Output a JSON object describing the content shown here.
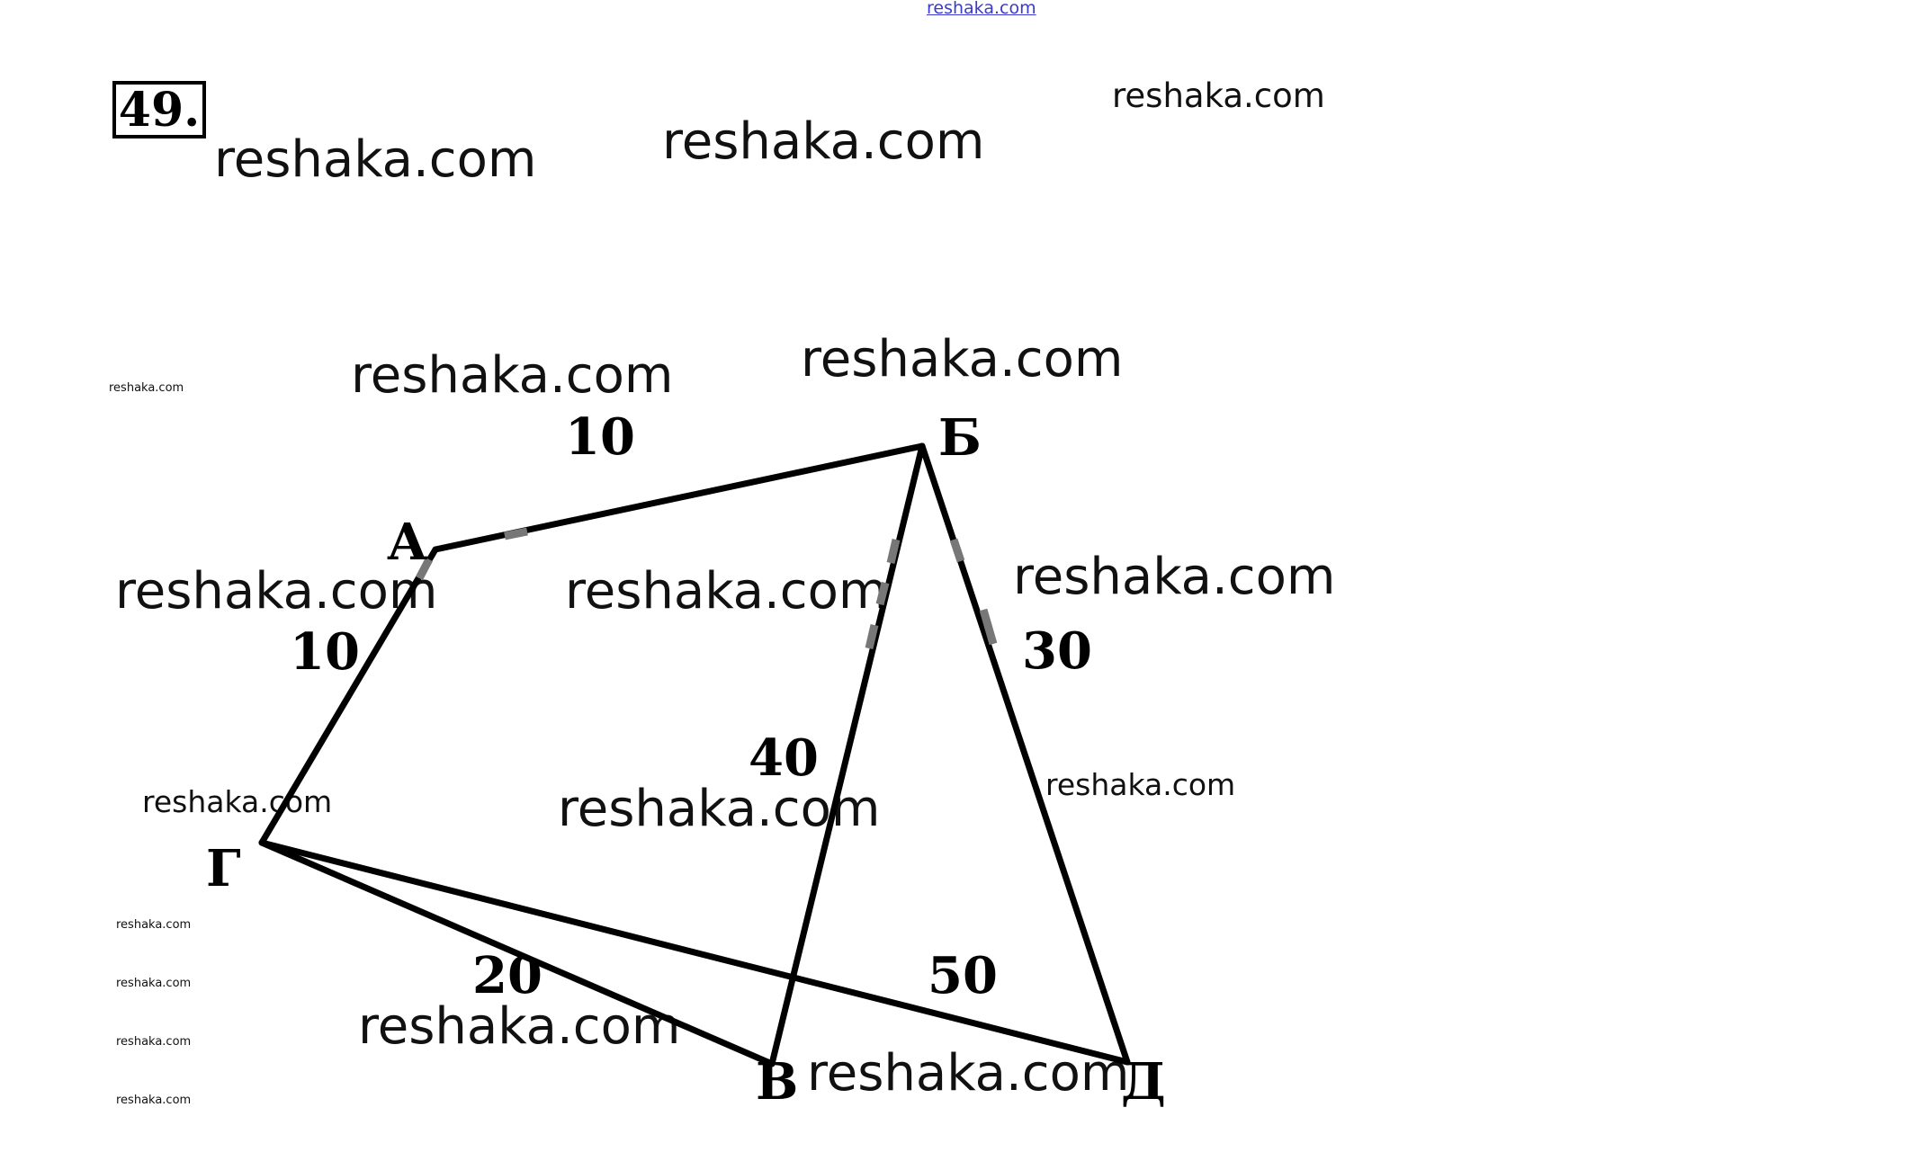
{
  "problem_number": "49.",
  "watermark": "reshaka.com",
  "vertices": {
    "A": "А",
    "B": "Б",
    "V": "В",
    "G": "Г",
    "D": "Д"
  },
  "edge_labels": {
    "AB": "10",
    "AG": "10",
    "BV": "40",
    "BD": "30",
    "GV": "20",
    "GD": "50"
  },
  "colors": {
    "edge": "#000000",
    "tick": "#777777",
    "watermark": "#111111",
    "top_watermark": "#3a3ad0"
  }
}
